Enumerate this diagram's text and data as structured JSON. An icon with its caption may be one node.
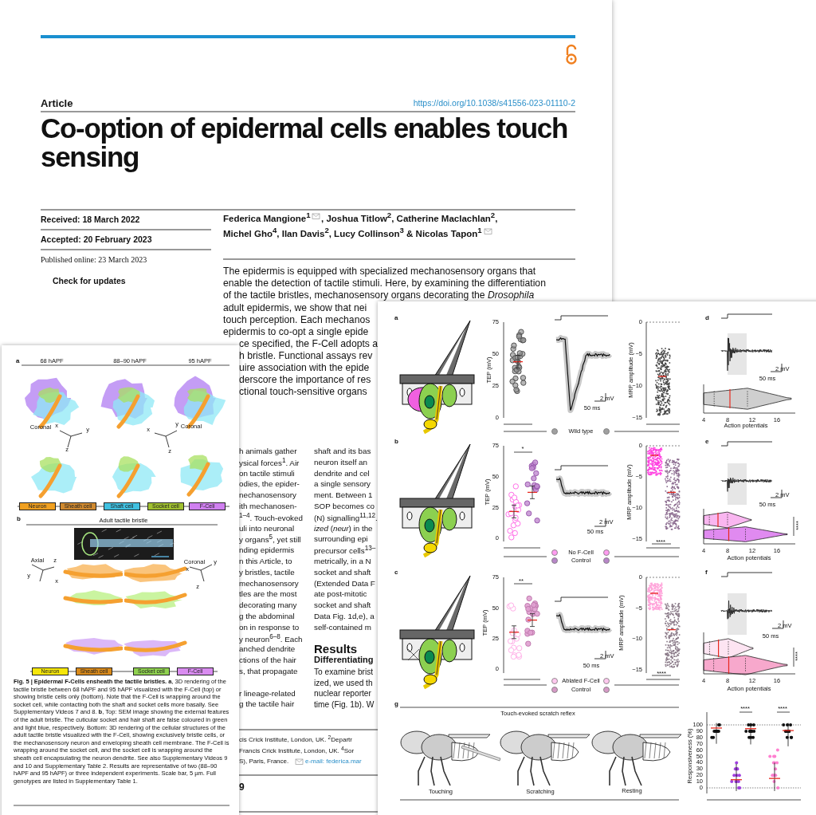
{
  "diagram": {
    "title": "Co-option of epidermal cells enables touch sensing",
    "labels": [
      "Article",
      "https://doi.org/10.1038/s41556-023-01110-2",
      "Received: 18 March 2022",
      "Accepted: 20 February 2023",
      "Published online: 23 March 2023",
      "Check for updates",
      "Federica Mangione$^{1}$",
      ", Joshua Titlow$^{2}$, Catherine Maclachlan$^{2}$,",
      "Michel Gho$^{4}$, Ilan Davis$^{2}$, Lucy Collinson$^{3}$ & Nicolas Tapon$^{1}$",
      "The epidermis is equipped with specialized mechanosensory organs that",
      "enable the detection of tactile stimuli. Here, by examining the differentiation",
      "of the tactile bristles, mechanosensory organs decorating the *Drosophila*",
      "adult epidermis, we show that nei",
      "touch perception. Each mechanos",
      "epidermis to co-opt a single epide",
      "ce specified, the F-Cell adopts a",
      "h bristle. Functional assays rev",
      "uire association with the epide",
      "derscore the importance of res",
      "ctional touch-sensitive organs",
      "h animals gather",
      "ysical forces$^{1}$. Air",
      "on tactile stimuli",
      "odies, the epider-",
      "nechanosensory",
      "ith mechanosen-",
      "$^{1–4}$. Touch-evoked",
      "uli into neuronal",
      "y organs$^{5}$, yet still",
      "nding epidermis",
      "n this Article, to",
      "y bristles, tactile",
      "mechanosensory",
      "tles are the most",
      "decorating many",
      "g the abdominal",
      "on in response to",
      "y neuron$^{6–8}$. Each",
      "anched dendrite",
      "ctions of the hair",
      "s, that propagate",
      "r lineage-related",
      "g the tactile hair",
      "shaft and its bas",
      "neuron itself an",
      "dendrite and cel",
      "a single sensory",
      "ment. Between 1",
      "SOP becomes co",
      "(N) signalling$^{11,12}$.",
      "*ized* (*neur*) in the",
      "surrounding epi",
      "precursor cells$^{13–}$",
      "metrically, in a N",
      "socket and shaft",
      "(Extended Data F",
      "ate post-mitotic",
      "socket and shaft",
      "Data Fig. 1d,e), a",
      "self-contained m",
      "Results",
      "Differentiating",
      "To examine brist",
      "ized, we used th",
      "nuclear reporter",
      "time (Fig. 1b). W",
      "cis Crick Institute, London, UK. $^{2}$Departr",
      "Francis Crick Institute, London, UK. $^{4}$Sor",
      "S), Paris, France.",
      "e-mail: federica.mar",
      "9",
      "a",
      "68 hAPF",
      "88–90 hAPF",
      "95 hAPF",
      "Coronal",
      "x",
      "y",
      "z",
      "x",
      "y",
      "Coronal",
      "z",
      "b",
      "Adult tactile bristle",
      "Axial",
      "z",
      "Coronal",
      "y",
      "x",
      "y",
      "x",
      "z",
      "**Fig. 5 | Epidermal F-Cells ensheath the tactile bristles.** **a**, 3D rendering of the tactile bristle between 68 hAPF and 95 hAPF visualized with the F-Cell (top) or showing bristle cells only (bottom). Note that the F-Cell is wrapping around the socket cell, while contacting both the shaft and socket cells more basally. See Supplementary Videos 7 and 8. **b**, Top: SEM image showing the external features of the adult bristle. The cuticular socket and hair shaft are false coloured in green and light blue, respectively. Bottom: 3D rendering of the cellular structures of the adult tactile bristle visualized with the F-Cell, showing exclusively bristle cells, or the mechanosensory neuron and enveloping sheath cell membrane. The F-Cell is wrapping around the socket cell, and the socket cell is wrapping around the sheath cell encapsulating the neuron dendrite. See also Supplementary Videos 9 and 10 and Supplementary Table 2. Results are representative of two (88–90 hAPF and 95 hAPF) or three independent experiments. Scale bar, 5 µm. Full genotypes are listed in Supplementary Table 1.",
      "a",
      "75",
      "50",
      "25",
      "0",
      "TEP (mV)",
      "2 mV",
      "50 ms",
      "0",
      "−5",
      "−10",
      "−15",
      "MRP amplitude (mV)",
      "d",
      "2 mV",
      "50 ms",
      "4",
      "8",
      "12",
      "16",
      "Action potentials",
      "b",
      "*",
      "75",
      "50",
      "25",
      "0",
      "TEP (mV)",
      "2 mV",
      "50 ms",
      "0",
      "−5",
      "−10",
      "−15",
      "MRP amplitude (mV)",
      "****",
      "e",
      "2 mV",
      "50 ms",
      "****",
      "4",
      "8",
      "12",
      "16",
      "Action potentials",
      "c",
      "**",
      "75",
      "50",
      "25",
      "0",
      "TEP (mV)",
      "2 mV",
      "50 ms",
      "0",
      "−5",
      "−10",
      "−15",
      "MRP amplitude (mV)",
      "****",
      "f",
      "2 mV",
      "50 ms",
      "****",
      "4",
      "8",
      "12",
      "16",
      "Action potentials",
      "g",
      "Touch-evoked scratch reflex",
      "Touching",
      "Scratching",
      "Resting",
      "****",
      "****",
      "100",
      "90",
      "80",
      "70",
      "60",
      "50",
      "40",
      "30",
      "20",
      "10",
      "0",
      "Responsiveness (%)"
    ],
    "legend": [
      {
        "text": "Neuron",
        "color": "#f0a020"
      },
      {
        "text": "Sheath cell",
        "color": "#d08a30"
      },
      {
        "text": "Shaft cell",
        "color": "#40c0e0"
      },
      {
        "text": "Socket cell",
        "color": "#a0c030"
      },
      {
        "text": "F-Cell",
        "color": "#d080f0"
      },
      {
        "text": "Neuron",
        "color": "#f5e60a"
      },
      {
        "text": "Sheath cell",
        "color": "#d98a1a"
      },
      {
        "text": "Socket cell",
        "color": "#8fd14f"
      },
      {
        "text": "F-Cell",
        "color": "#d98cf0"
      },
      {
        "text": "Wild type",
        "color": "#a0a0a0"
      },
      {
        "text": "No F-Cell",
        "color": "#ff9cf0"
      },
      {
        "text": "Control",
        "color": "#b886c8"
      },
      {
        "text": "Ablated F-Cell",
        "color": "#ffc8ee"
      },
      {
        "text": "Control",
        "color": "#d69ac6"
      }
    ]
  }
}
